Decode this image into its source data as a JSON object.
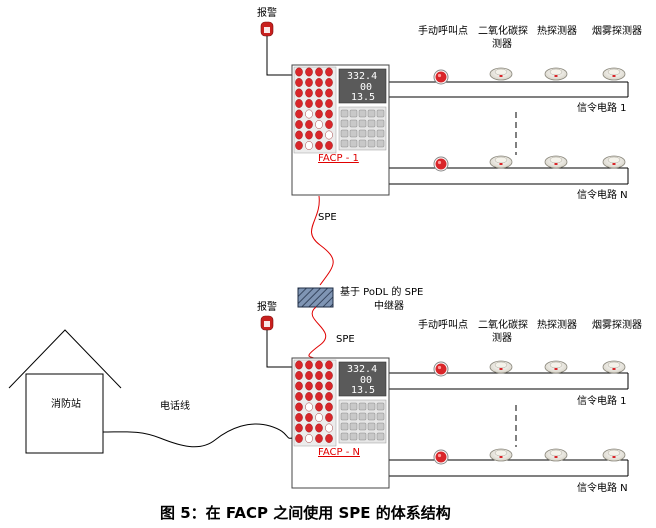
{
  "alarm_label": "报警",
  "devices": {
    "manual": "手动呼叫点",
    "co2_line1": "二氧化碳探",
    "co2_line2": "测器",
    "heat": "热探测器",
    "smoke": "烟雾探测器"
  },
  "circuit_1": "信令电路 1",
  "circuit_n": "信令电路 N",
  "facp_top": "FACP - 1",
  "facp_bottom": "FACP - N",
  "lcd_lines": [
    "332.4",
    "00",
    "13.5"
  ],
  "spe_label": "SPE",
  "repeater_line1": "基于 PoDL 的 SPE",
  "repeater_line2": "中继器",
  "station_label": "消防站",
  "phone_label": "电话线",
  "caption": "图 5：在 FACP 之间使用 SPE 的体系结构",
  "colors": {
    "red_cable": "#e00000",
    "repeater_fill": "#7f95b4",
    "button_red": "#d9262a",
    "keypad_gray": "#c8c8c8",
    "lcd_bg": "#5a5a5a"
  }
}
